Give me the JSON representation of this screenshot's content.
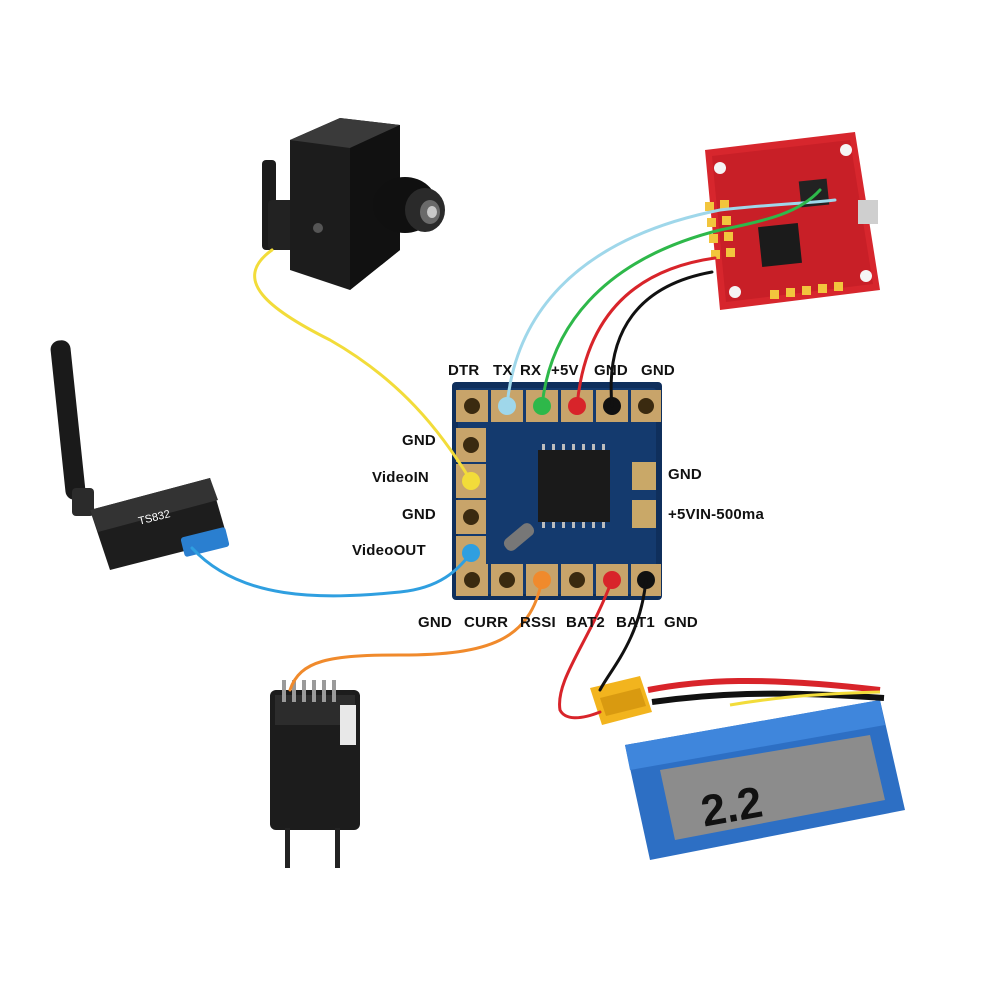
{
  "top_pins": {
    "dtr": "DTR",
    "tx": "TX",
    "rx": "RX",
    "v5": "+5V",
    "gnd1": "GND",
    "gnd2": "GND"
  },
  "left_pins": {
    "gnd_a": "GND",
    "video_in": "VideoIN",
    "gnd_b": "GND",
    "video_out": "VideoOUT"
  },
  "right_pins": {
    "gnd": "GND",
    "vin": "+5VIN-500ma"
  },
  "bottom_pins": {
    "gnd": "GND",
    "curr": "CURR",
    "rssi": "RSSI",
    "bat2": "BAT2",
    "bat1": "BAT1",
    "gnd2": "GND"
  },
  "vtx_label": "TS832",
  "battery_label": "2.2",
  "wire_colors": {
    "video_in": "#f2dc3a",
    "video_out": "#2f9fe0",
    "tx": "#9fd7ea",
    "rx": "#2eb84a",
    "power": "#d8242a",
    "ground": "#111111",
    "rssi": "#f08a2c"
  }
}
